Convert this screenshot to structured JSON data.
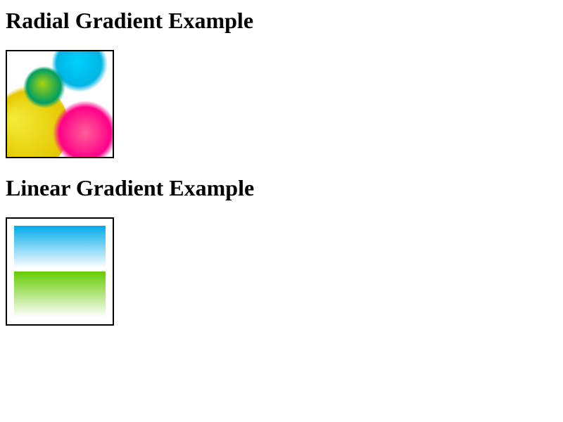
{
  "radial_section": {
    "heading": "Radial Gradient Example",
    "circles": [
      {
        "name": "yellow-circle",
        "inner_color": "#F4ED3B",
        "mid_color": "#E4C700",
        "outer_color": "#E4C700"
      },
      {
        "name": "cyan-circle",
        "inner_color": "#00D1FF",
        "mid_color": "#00B5E2",
        "outer_color": "#00B5E2"
      },
      {
        "name": "green-circle",
        "inner_color": "#A7D30C",
        "mid_color": "#019F62",
        "outer_color": "#019F62"
      },
      {
        "name": "pink-circle",
        "inner_color": "#FF5F98",
        "mid_color": "#FF0188",
        "outer_color": "#FF0188"
      }
    ]
  },
  "linear_section": {
    "heading": "Linear Gradient Example",
    "panels": [
      {
        "name": "sky-gradient-panel",
        "top_color": "#00ABEB",
        "bottom_color": "#FFFFFF"
      },
      {
        "name": "grass-gradient-panel",
        "top_color": "#66CC00",
        "bottom_color": "#FFFFFF"
      }
    ]
  }
}
